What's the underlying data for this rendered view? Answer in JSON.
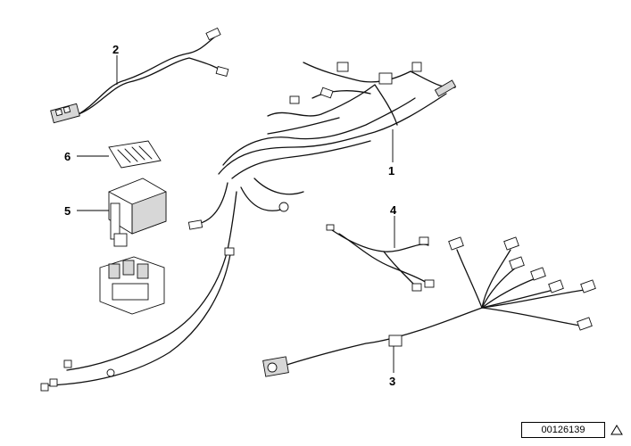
{
  "callouts": [
    {
      "label": "1"
    },
    {
      "label": "2"
    },
    {
      "label": "3"
    },
    {
      "label": "4"
    },
    {
      "label": "5"
    },
    {
      "label": "6"
    }
  ],
  "diagram_id": "00126139",
  "corner_icon": "triangle-icon"
}
